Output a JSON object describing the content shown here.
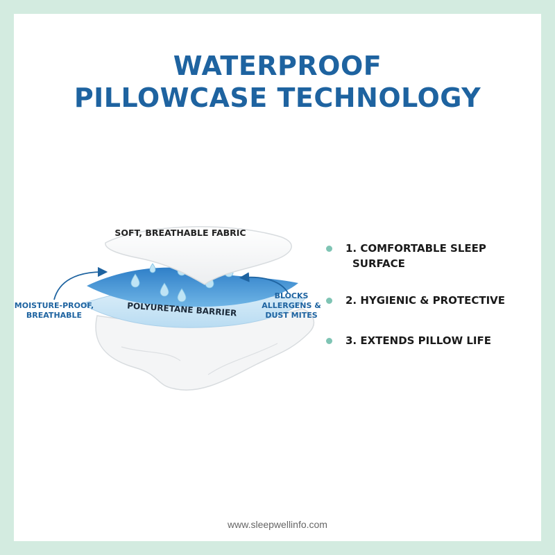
{
  "title": {
    "line1": "WATERPROOF",
    "line2": "PILLOWCASE TECHNOLOGY"
  },
  "diagram": {
    "top_label": "SOFT, BREATHABLE FABRIC",
    "left_label_1": "MOISTURE-PROOF,",
    "left_label_2": "BREATHABLE",
    "barrier_label": "POLYURETANE BARRIER",
    "right_label_1": "BLOCKS",
    "right_label_2": "ALLERGENS &",
    "right_label_3": "DUST MITES"
  },
  "bullets": [
    {
      "line1": "1. COMFORTABLE SLEEP",
      "line2": "SURFACE"
    },
    {
      "line1": "2.  HYGIENIC & PROTECTIVE"
    },
    {
      "line1": "3.  EXTENDS PILLOW LIFE"
    }
  ],
  "footer": "www.sleepwellinfo.com",
  "colors": {
    "title": "#1e63a0",
    "accent": "#7fc4b4",
    "frame": "#d3ebe0",
    "barrier": "#3f8fd0"
  }
}
